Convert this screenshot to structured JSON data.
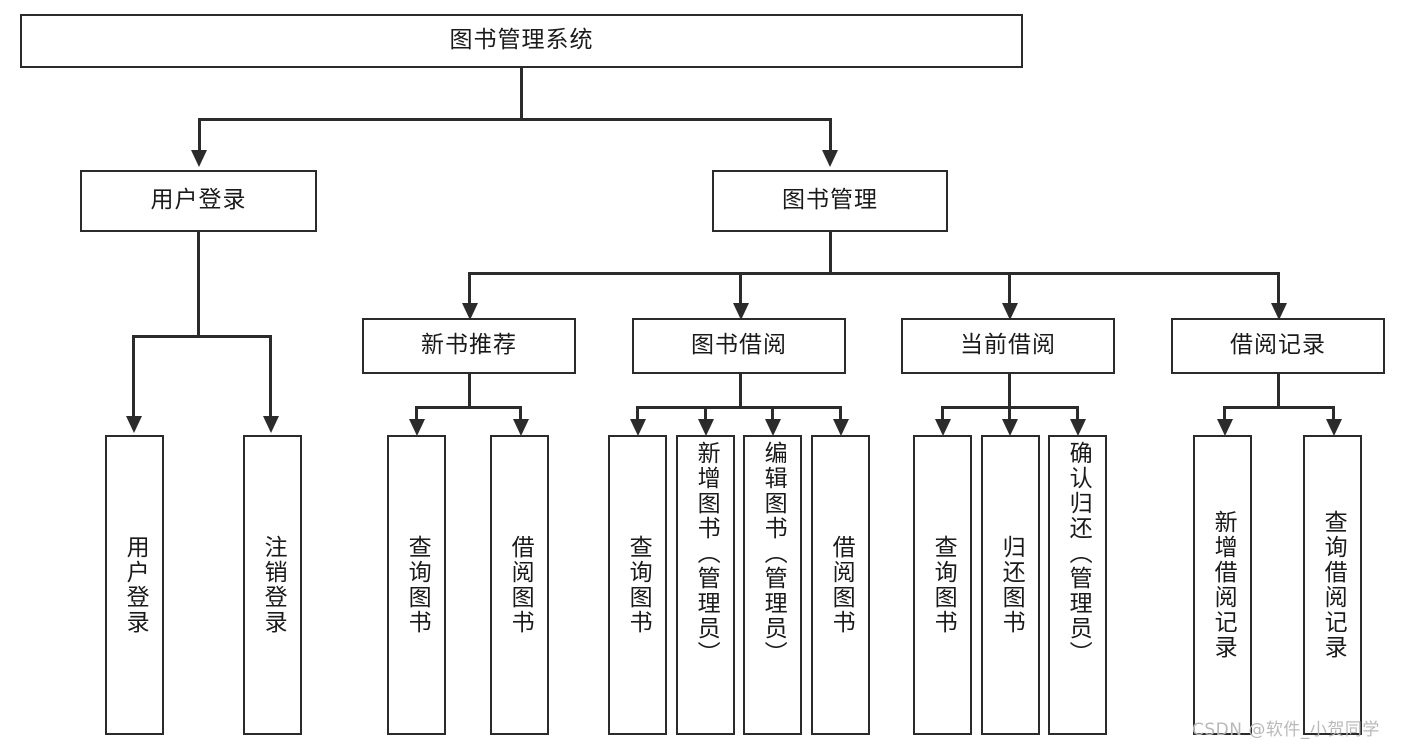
{
  "diagram": {
    "title": "图书管理系统",
    "type": "tree",
    "watermark": "CSDN @软件_小贺同学",
    "colors": {
      "line": "#2b2b2b",
      "box_border": "#2b2b2b",
      "box_fill": "#ffffff",
      "text": "#1a1a1a",
      "watermark": "#b9b9b9",
      "background": "#ffffff"
    }
  },
  "nodes": {
    "root": {
      "label": "图书管理系统"
    },
    "level2": [
      {
        "label": "用户登录"
      },
      {
        "label": "图书管理"
      }
    ],
    "level3": [
      {
        "label": "新书推荐"
      },
      {
        "label": "图书借阅"
      },
      {
        "label": "当前借阅"
      },
      {
        "label": "借阅记录"
      }
    ],
    "leaves_user_login": [
      {
        "label": "用户登录"
      },
      {
        "label": "注销登录"
      }
    ],
    "leaves_new_book": [
      {
        "label": "查询图书"
      },
      {
        "label": "借阅图书"
      }
    ],
    "leaves_borrow": [
      {
        "label": "查询图书"
      },
      {
        "label": "新增图书（管理员）"
      },
      {
        "label": "编辑图书（管理员）"
      },
      {
        "label": "借阅图书"
      }
    ],
    "leaves_current": [
      {
        "label": "查询图书"
      },
      {
        "label": "归还图书"
      },
      {
        "label": "确认归还（管理员）"
      }
    ],
    "leaves_records": [
      {
        "label": "新增借阅记录"
      },
      {
        "label": "查询借阅记录"
      }
    ]
  }
}
